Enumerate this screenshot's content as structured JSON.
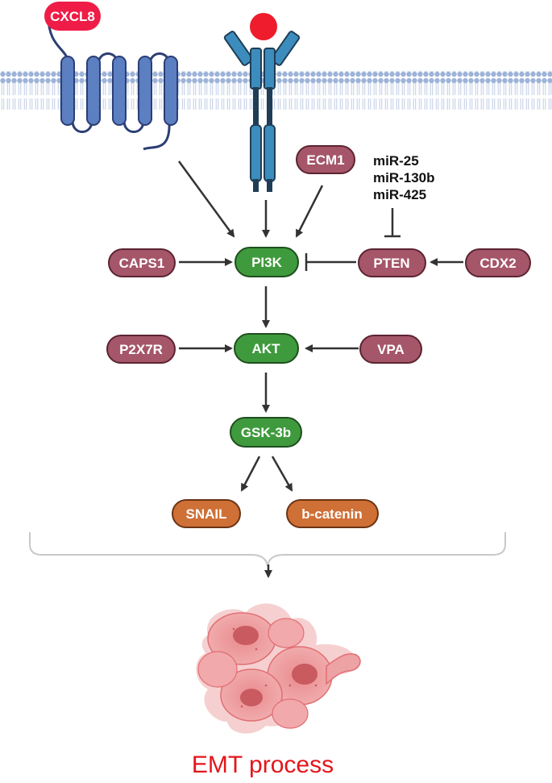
{
  "colors": {
    "receptor_blue": "#5b7fc0",
    "rtk_blue": "#3c8dbd",
    "ligand_red": "#ee1c47",
    "mauve_node": "#a55668",
    "green_node": "#3f9a3d",
    "orange_node": "#cf7036",
    "membrane": "#8fa7d0",
    "arrow": "#333333",
    "emt_red": "#e4151b"
  },
  "membrane": {
    "ligand_label": "CXCL8"
  },
  "regulators": {
    "ecm1": "ECM1",
    "caps1": "CAPS1",
    "p2x7r": "P2X7R",
    "pten": "PTEN",
    "cdx2": "CDX2",
    "vpa": "VPA",
    "mirnas": [
      "miR-25",
      "miR-130b",
      "miR-425"
    ]
  },
  "pathway": {
    "pi3k": "PI3K",
    "akt": "AKT",
    "gsk3b": "GSK-3b",
    "snail": "SNAIL",
    "bcatenin": "b-catenin"
  },
  "outcome": {
    "label": "EMT process",
    "icon": "cancer-cell-cluster-icon"
  }
}
